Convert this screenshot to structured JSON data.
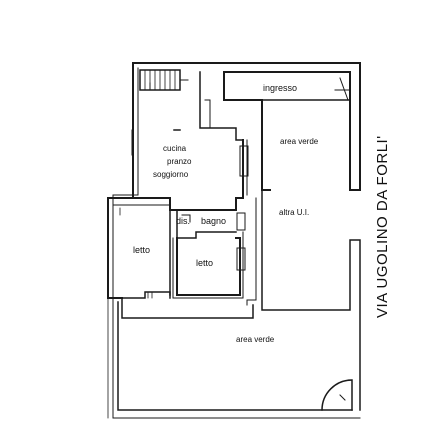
{
  "rooms": {
    "ingresso": "ingresso",
    "area_verde_top": "area verde",
    "cucina": "cucina",
    "pranzo": "pranzo",
    "soggiorno": "soggiorno",
    "dis": "dis.",
    "bagno": "bagno",
    "letto_left": "letto",
    "letto_right": "letto",
    "altra_ui": "altra U.I.",
    "area_verde_bottom": "area verde"
  },
  "street": "VIA UGOLINO DA FORLI'",
  "colors": {
    "ink": "#1a1a1a",
    "paper": "#ffffff"
  }
}
